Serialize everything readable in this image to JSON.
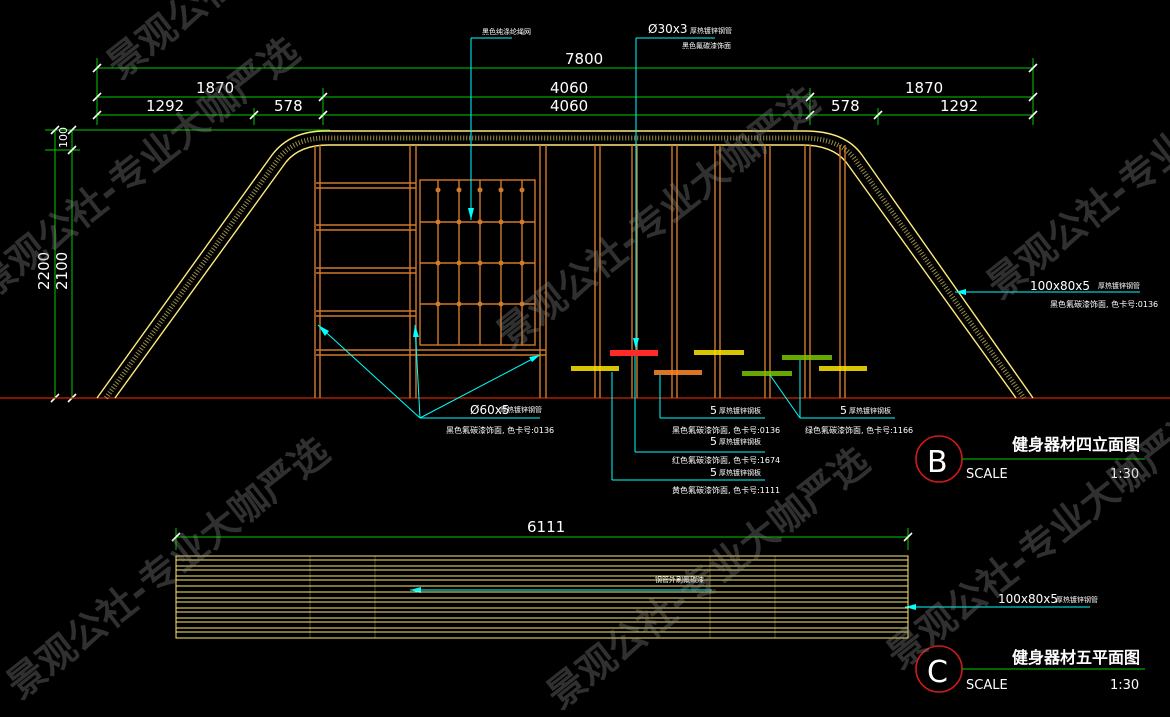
{
  "colors": {
    "background": "#000000",
    "dimension": "#00cc00",
    "leader": "#00ffff",
    "frame": "#ffe97a",
    "wood": "#d07a2a",
    "red_plate": "#ff2a2a",
    "yellow_plate": "#ffe600",
    "orange_plate": "#ff8a2a",
    "green_plate": "#7ac400",
    "ground": "#cc2200",
    "title_circle": "#cc1a1a"
  },
  "elevation": {
    "overall_dim": "7800",
    "left_dim": "1870",
    "center_dim": "4060",
    "right_dim": "1870",
    "left_sub_a": "1292",
    "left_sub_b": "578",
    "center_sub": "4060",
    "right_sub_a": "578",
    "right_sub_b": "1292",
    "height_total": "2200",
    "height_main": "2100",
    "height_top": "100",
    "callouts": {
      "rope_net": "黑色纯涤纶绳网",
      "pole_size": "Ø30x3",
      "pole_spec": "厚热镀锌钢管",
      "pole_finish": "黑色氟碳漆饰面",
      "frame_size": "100x80x5",
      "frame_spec": "厚热镀锌钢管",
      "frame_finish": "黑色氟碳漆饰面, 色卡号:0136",
      "ladder_size": "Ø60x5",
      "ladder_spec": "厚热镀锌钢管",
      "ladder_finish": "黑色氟碳漆饰面, 色卡号:0136",
      "plate_a_size": "5",
      "plate_a_spec": "厚热镀锌钢板",
      "plate_a_finish": "黑色氟碳漆饰面, 色卡号:0136",
      "plate_b_size": "5",
      "plate_b_spec": "厚热镀锌钢板",
      "plate_b_finish": "红色氟碳漆饰面, 色卡号:1674",
      "plate_c_size": "5",
      "plate_c_spec": "厚热镀锌钢板",
      "plate_c_finish": "黄色氟碳漆饰面, 色卡号:1111",
      "plate_d_size": "5",
      "plate_d_spec": "厚热镀锌钢板",
      "plate_d_finish": "绿色氟碳漆饰面, 色卡号:1166"
    },
    "title": {
      "letter": "B",
      "name": "健身器材四立面图",
      "scale_label": "SCALE",
      "scale_value": "1:30"
    }
  },
  "plan": {
    "width_dim": "6111",
    "inner_note": "钢管外刷氟碳漆",
    "callout_size": "100x80x5",
    "callout_spec": "厚热镀锌钢管",
    "title": {
      "letter": "C",
      "name": "健身器材五平面图",
      "scale_label": "SCALE",
      "scale_value": "1:30"
    }
  },
  "watermark": "景观公社-专业大咖严选"
}
